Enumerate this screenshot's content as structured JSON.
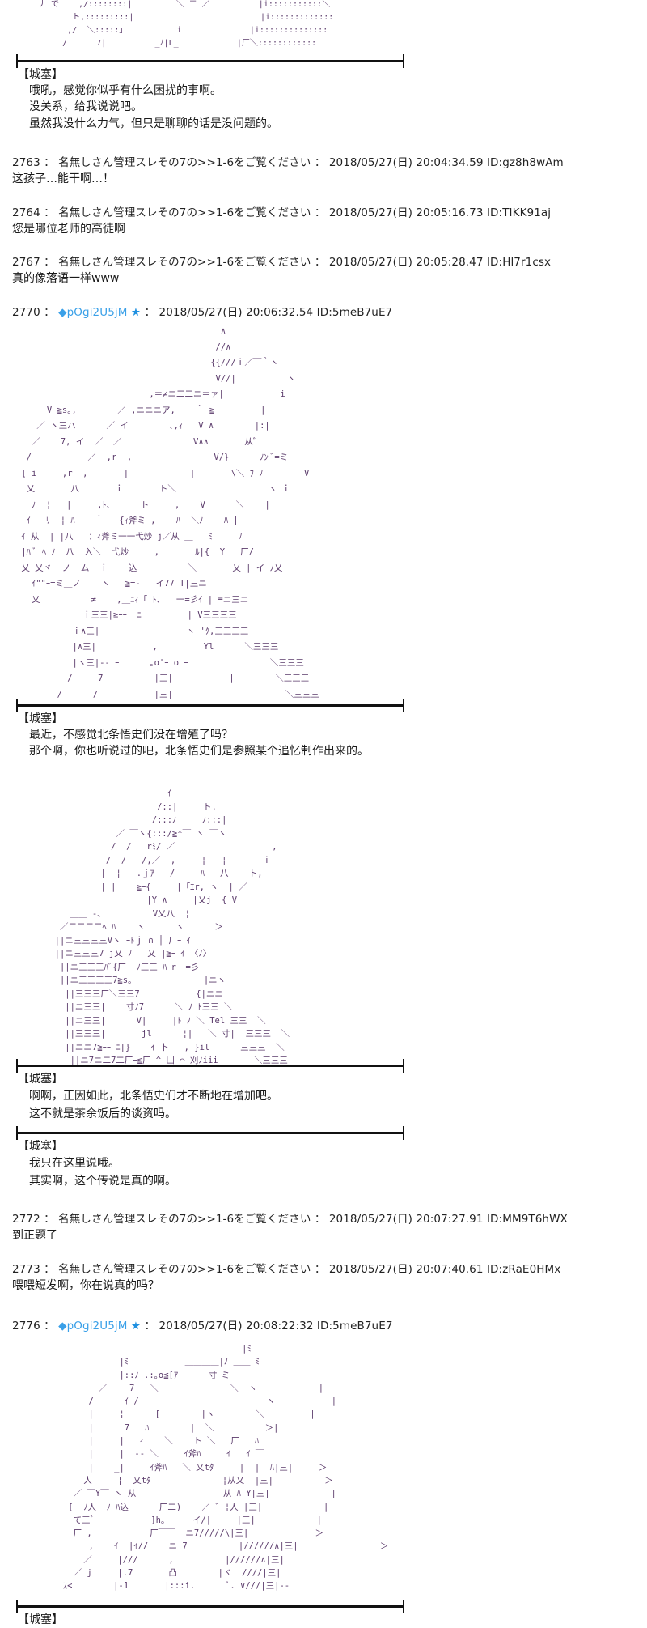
{
  "art_top_fragment": "  丿 で    ,/::::::::|         ＼ 二 ／          |i:::::::::::＼\n         ト,:::::::::|                          |i:::::::::::::\n        ,/  ＼:::::｣           i              |i::::::::::::::\n       /      7|          _ﾉ|L_            |厂＼::::::::::::",
  "dialogue_blocks": [
    {
      "speaker": "【城塞】",
      "lines": [
        "哦吼，感觉你似乎有什么困扰的事啊。",
        "没关系，给我说说吧。",
        "虽然我没什么力气，但只是聊聊的话是没问题的。"
      ]
    },
    {
      "speaker": "【城塞】",
      "lines": [
        "最近，不感觉北条悟史们没在增殖了吗？",
        "那个啊，你也听说过的吧，北条悟史们是参照某个追忆制作出来的。"
      ]
    },
    {
      "speaker": "【城塞】",
      "lines": [
        "啊啊，正因如此，北条悟史们才不断地在增加吧。",
        "这不就是茶余饭后的谈资吗。"
      ]
    },
    {
      "speaker": "【城塞】",
      "lines": [
        "我只在这里说哦。",
        "其实啊，这个传说是真的啊。"
      ]
    },
    {
      "speaker": "【城塞】",
      "lines": []
    }
  ],
  "posts": [
    {
      "number": "2763",
      "name": "名無しさん管理スレその7の>>1-6をご覧ください",
      "date": "2018/05/27(日) 20:04:34.59",
      "id": "ID:gz8h8wAm",
      "body": "这孩子…能干啊…！"
    },
    {
      "number": "2764",
      "name": "名無しさん管理スレその7の>>1-6をご覧ください",
      "date": "2018/05/27(日) 20:05:16.73",
      "id": "ID:TIKK91aj",
      "body": "您是哪位老师的高徒啊"
    },
    {
      "number": "2767",
      "name": "名無しさん管理スレその7の>>1-6をご覧ください",
      "date": "2018/05/27(日) 20:05:28.47",
      "id": "ID:Hl7r1csx",
      "body": "真的像落语一样www"
    },
    {
      "number": "2770",
      "trip": "◆pOgi2U5jM",
      "star": "★",
      "date": "2018/05/27(日) 20:06:32.54",
      "id": "ID:5meB7uE7"
    },
    {
      "number": "2772",
      "name": "名無しさん管理スレその7の>>1-6をご覧ください",
      "date": "2018/05/27(日) 20:07:27.91",
      "id": "ID:MM9T6hWX",
      "body": "到正题了"
    },
    {
      "number": "2773",
      "name": "名無しさん管理スレその7の>>1-6をご覧ください",
      "date": "2018/05/27(日) 20:07:40.61",
      "id": "ID:zRaE0HMx",
      "body": "喂喂短发啊，你在说真的吗？"
    },
    {
      "number": "2776",
      "trip": "◆pOgi2U5jM",
      "star": "★",
      "date": "2018/05/27(日) 20:08:22:32",
      "id": "ID:5meB7uE7"
    }
  ],
  "separator": " ： ",
  "art_1": "                                        ∧\n                                       //∧\n                                      {{///ｉ／￣｀ヽ\n                                       V//|          ヽ\n                          ,＝≠ニ二二ニ＝ァ|           i\n      V ≧s｡,        ／ ,ニニニア,    ｀ ≧         |\n    ／ ヽ三ハ      ／ イ        ､,ｨ   V ∧        |:|\n   ／    7, イ  ／  ／              V∧∧       从ﾞ\n  /           ／  ,r  ,                V/}      ﾉﾝ ﾞ=ミ\n [ i     ,r  ,       |            |       \\＼ ﾌ ﾉ        V\n  乂       八       ｉ       ト＼                  ヽ ｉ\n   ﾉ  ¦   |     ,ﾄ、     ト     ,    V      ＼    |\n  ｲ   ﾘ  ¦ ﾊ    ｀   {ｨ斧ミ ,    ﾊ  ＼ﾉ    ﾊ |\n ｲ 从  | |八   ：ｨ斧ミ一一弋炒 j／从 ＿   ﾐ     ﾉ\n |ﾊ ﾞ ﾍ ﾉ  八  入＼  弋炒     ,       ﾙ|{  Y   厂/\n 乂 乂ヾ  ノ  ム  ｉ    込          ＼       乂 | イ ﾉ乂\n   ｲ\"\"ｰ=ミ＿ノ    ヽ   ≧=-   イ77 T|三ニ\n   乂          ≠    ,＿ﾆｨ「 ﾄ､   一=彡ｲ | ≡ニ三ニ\n             ｉ三三|≧ｰｰ  ﾆ  |      | V三三三三\n           ｉ∧三|                 ヽ 'ｸ,三三三三\n           |∧三|           ,         Yl      ＼三三三\n           |ヽ三|-- ｰ      ｡o'ｰ o ｰ                ＼三三三\n          /     7          |三|           |        ＼三三三\n        /      /           |三|                      ＼三三三",
  "art_2": "                        ｲ\n                      /::|     ト.\n                     /:::ﾉ     ﾉ:::|\n              ／ ￣ヽ{:::/≧*￣ ヽ ￣ヽ\n             /  /   rﾐ/ ／                   ,\n            /  /   /,／  ,     ¦   ¦       ｉ\n           |  ¦   .ｊｱ   /     ﾊ   八    ト,\n           | |    ≧ｰ{     |「ｴr, ヽ  | ／\n                    |Y ∧     |乂j  { V\n     ＿＿ -､          V乂八  ¦\n   ／二二二二ﾍ ﾊ    ヽ      ヽ      ＞\n  ||ニ三三三三Vヽ ｰﾄｊ ∩ │ 厂ｰ ｲ\n  ||ニ三三三7 j乂 ﾉ   乂 |≧ｰ ｲ 〈ﾉ〉\n   ||ニ三三三ﾊﾞ{厂  ﾉ三三 ﾊｰr ｰ=彡\n   ||ニ三三三三7≧s｡              |ニヽ\n    ||三三三厂＼三三7           {|ニニ\n    ||ニ三三|    寸ﾉ7      ＼ ﾉ ﾄ三三 ＼\n    ||ニ三三|      V|     |ﾄ ﾉ ＼ Tel 三三  ＼\n    ||三三三|       jl      ¦|   ＼ 寸|  三三三  ＼\n    ||ニニ7≧ｰｰ ﾆ|}    ｲ 卜   , }il      三三三  ＼\n     ||ニ7ニ二7二厂ｰ≦厂 ^ 凵 ⌒ 刈ﾉiii       ＼三三三",
  "art_3": "                                         |ﾐ\n                 |ﾐ           ＿＿＿＿|ﾉ ＿＿ ﾐ\n                 |::ﾉ .:｡o≦[ｱ      寸ｰミ\n             ／￣ ￣7   ＼              ＼  ヽ            |\n           /      ｲ /                         ヽ           |\n           |     ¦      [        |ヽ        ＼         |\n           |      7   ﾊ        |  ＼          ＞|\n           |     |   ｨ    ＼    ト ＼   厂   ﾊ\n           |     |  -- ＼     ｲ斧ﾊ     ｲ   ｲ ￣\n           |    _|  |  ｲ斧ﾊ   ＼ 乂tﾀ     |  |  ﾊ|三|     ＞\n          人     ¦  乂tﾀ              ¦从乂  |三|          ＞\n        ／ ￣Y￣ ヽ 从                 从 ﾊ Y|三|            |\n       [  ﾉ人  ﾉ ﾊ込      厂二)    ／ ﾞ ¦人 |三|            |\n        て三ﾞ           ]h｡ ＿＿ イ/|     |三|            |\n        厂 ,        ＿＿厂￣￣  ニ7/////\\|三|             ＞\n           ,    ｲ  |ｲ//    ニ 7          |//////∧|三|                ＞\n          ／     |///      ,          |//////∧|三|\n        ／ j     |.7       凸        |ヾ  ////|三|\n      ｽ<        |-1       |:::i.      ﾞ. ∨///|三|--"
}
